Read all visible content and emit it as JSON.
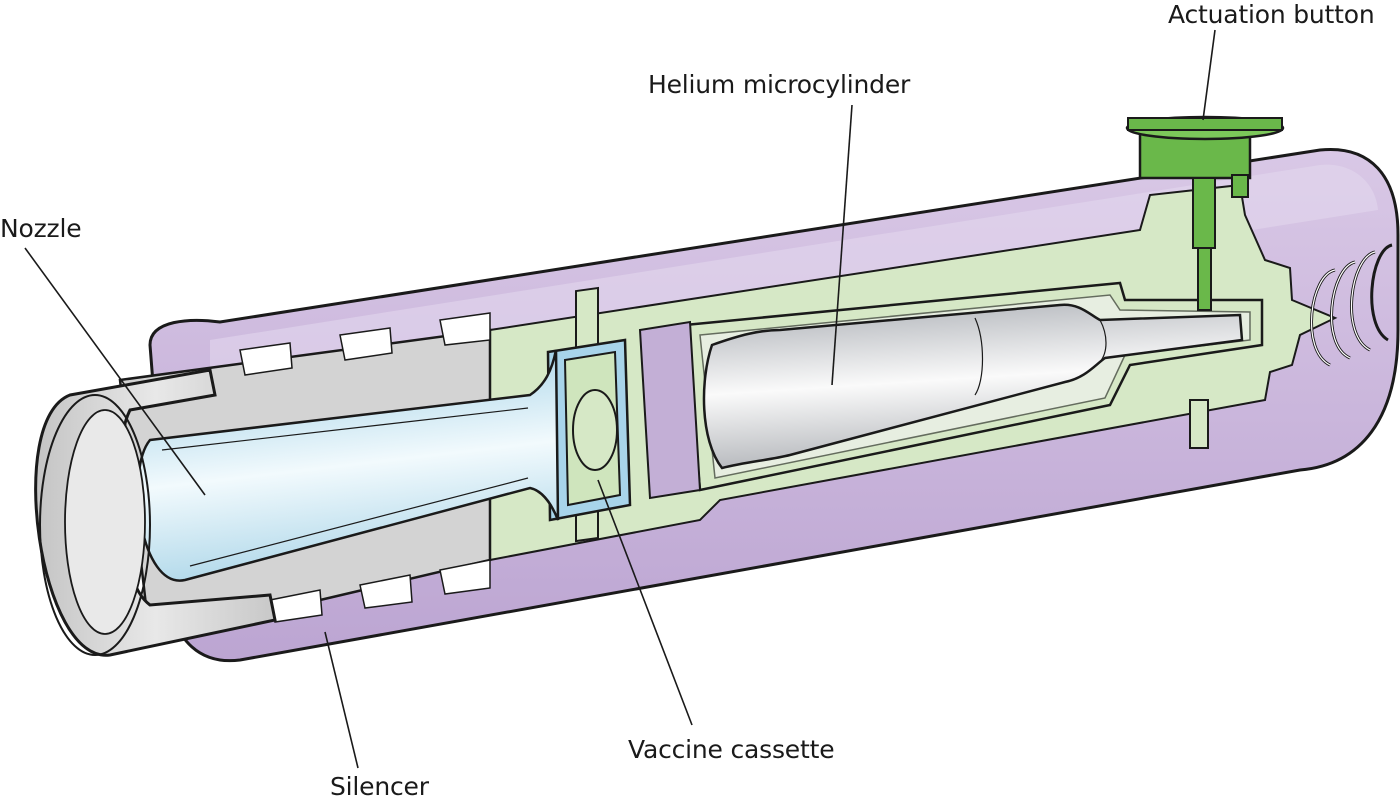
{
  "labels": {
    "actuation_button": "Actuation button",
    "helium_microcylinder": "Helium microcylinder",
    "nozzle": "Nozzle",
    "silencer": "Silencer",
    "vaccine_cassette": "Vaccine cassette"
  },
  "colors": {
    "housing_purple": "#c8b3da",
    "housing_light": "#e2d6ec",
    "green_chamber": "#d8e8c8",
    "button_green": "#6ab84a",
    "nozzle_blue": "#c8e4f0",
    "cassette_blue": "#a8d4ea",
    "metal_grey": "#d6d6d6",
    "outline": "#1a1a1a"
  }
}
